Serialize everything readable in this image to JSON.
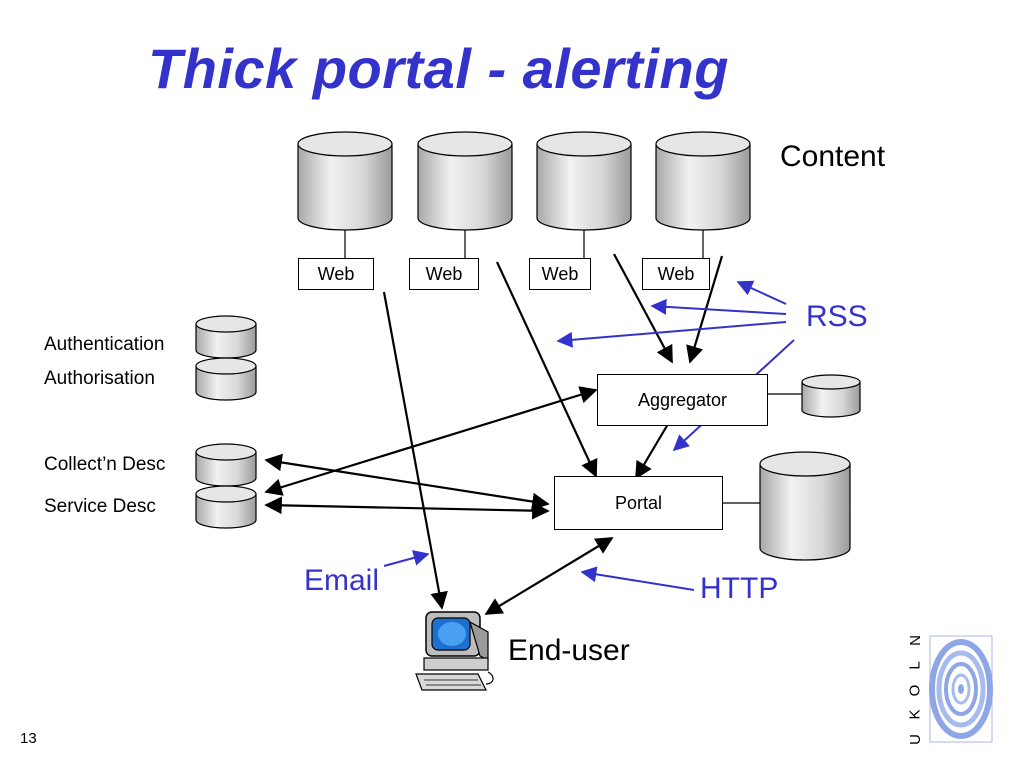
{
  "slide": {
    "title": "Thick portal - alerting",
    "page_number": "13"
  },
  "labels": {
    "content": "Content",
    "rss": "RSS",
    "email": "Email",
    "http": "HTTP",
    "end_user": "End-user",
    "authentication": "Authentication",
    "authorisation": "Authorisation",
    "collection_desc": "Collect’n Desc",
    "service_desc": "Service Desc"
  },
  "boxes": {
    "web": [
      "Web",
      "Web",
      "Web",
      "Web"
    ],
    "aggregator": "Aggregator",
    "portal": "Portal"
  },
  "logo": {
    "letters": [
      "N",
      "L",
      "O",
      "K",
      "U"
    ]
  },
  "colors": {
    "title": "#3333cc",
    "accent_arrows": "#3333cc",
    "cylinder_fill": "#d9d9d9"
  }
}
